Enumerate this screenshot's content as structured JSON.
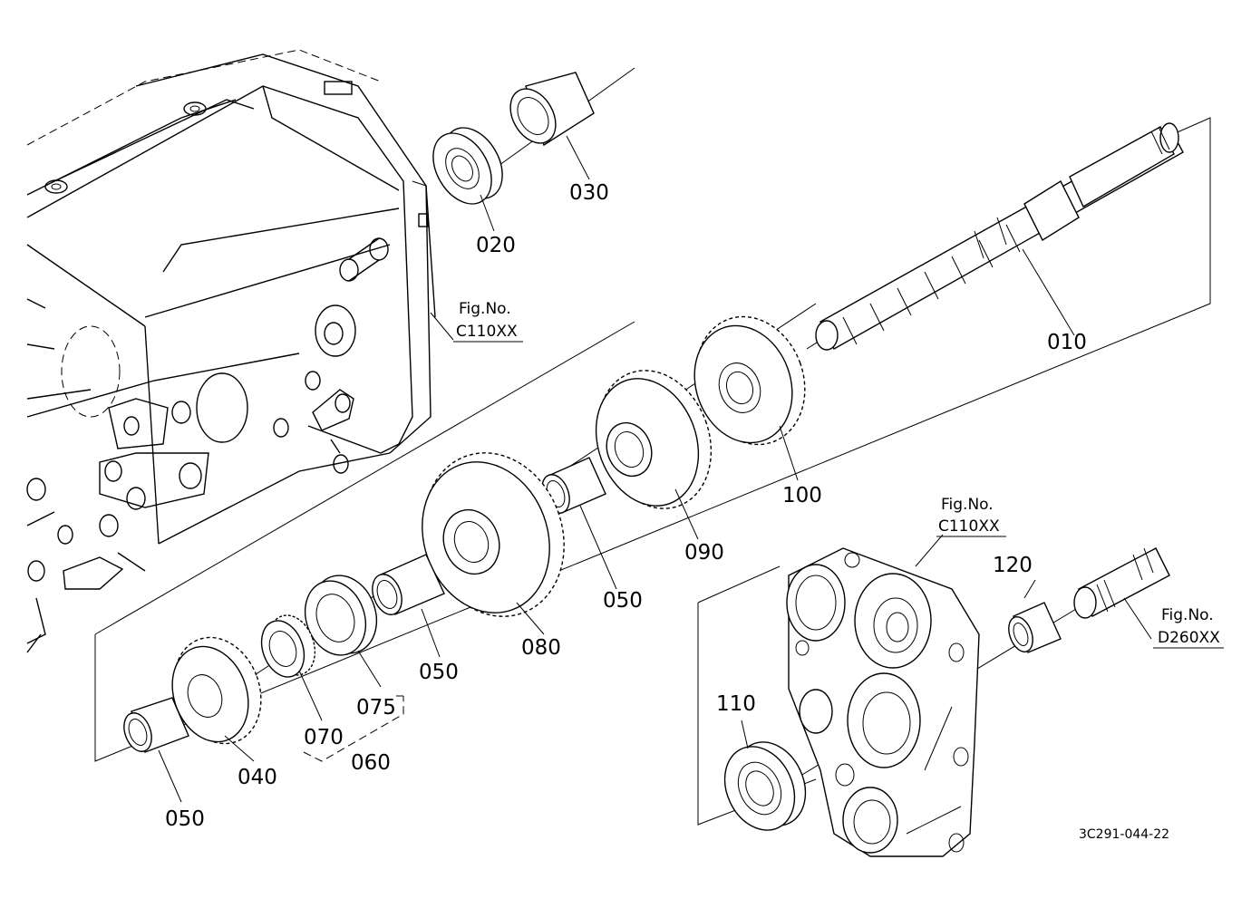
{
  "diagram": {
    "code": "3C291-044-22",
    "parts": [
      {
        "id": "010"
      },
      {
        "id": "020"
      },
      {
        "id": "030"
      },
      {
        "id": "040"
      },
      {
        "id": "050"
      },
      {
        "id": "060"
      },
      {
        "id": "070"
      },
      {
        "id": "075"
      },
      {
        "id": "080"
      },
      {
        "id": "090"
      },
      {
        "id": "100"
      },
      {
        "id": "110"
      },
      {
        "id": "120"
      }
    ],
    "references": [
      {
        "text_top": "Fig.No.",
        "text_bottom": "C110XX"
      },
      {
        "text_top": "Fig.No.",
        "text_bottom": "C110XX"
      },
      {
        "text_top": "Fig.No.",
        "text_bottom": "D260XX"
      }
    ]
  }
}
